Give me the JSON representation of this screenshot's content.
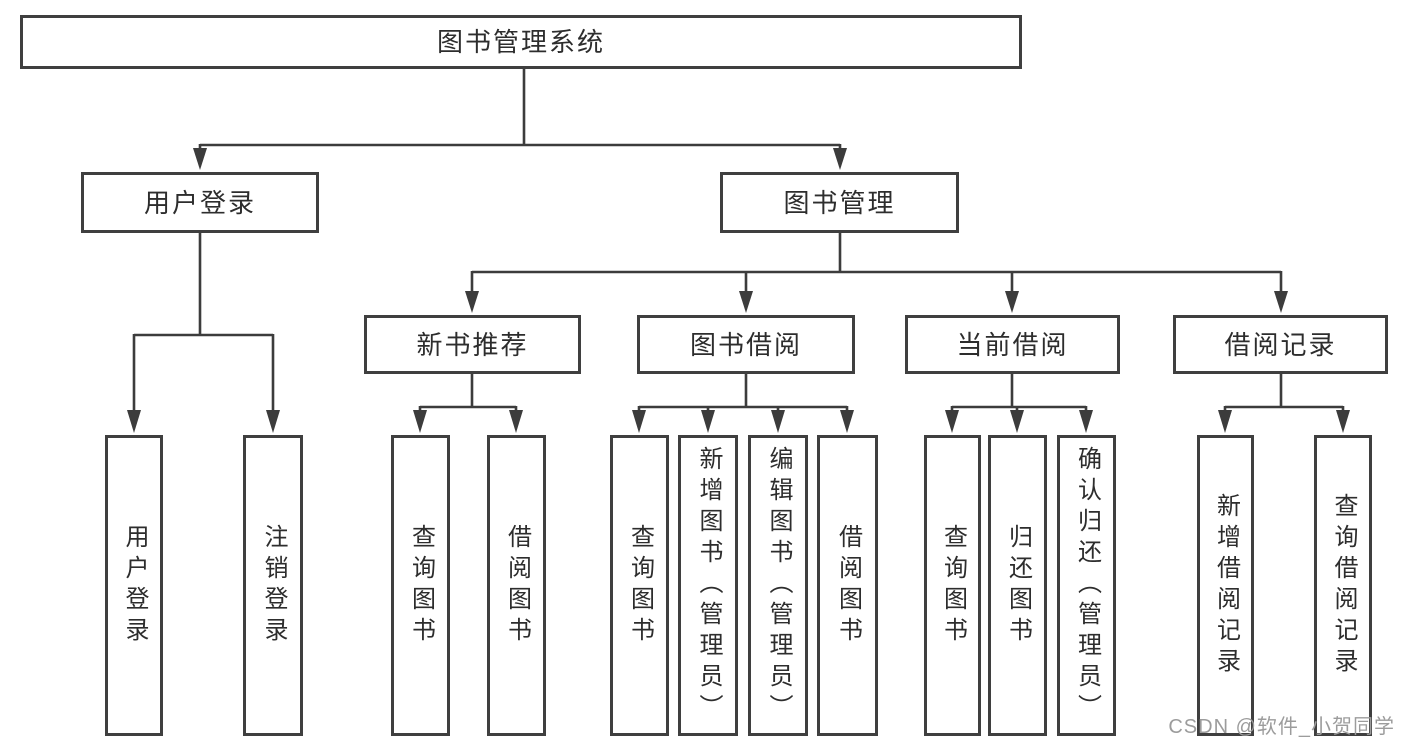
{
  "nodes": {
    "root": "图书管理系统",
    "level2": [
      "用户登录",
      "图书管理"
    ],
    "level3": [
      "新书推荐",
      "图书借阅",
      "当前借阅",
      "借阅记录"
    ],
    "leaves": [
      "用户登录",
      "注销登录",
      "查询图书",
      "借阅图书",
      "查询图书",
      "新增图书（管理员）",
      "编辑图书（管理员）",
      "借阅图书",
      "查询图书",
      "归还图书",
      "确认归还（管理员）",
      "新增借阅记录",
      "查询借阅记录"
    ]
  },
  "watermark": "CSDN @软件_小贺同学",
  "colors": {
    "line": "#3c3c3c",
    "border": "#3f3f3f",
    "text": "#2d2d2d",
    "watermark": "#9c9c9c",
    "background": "#ffffff"
  }
}
